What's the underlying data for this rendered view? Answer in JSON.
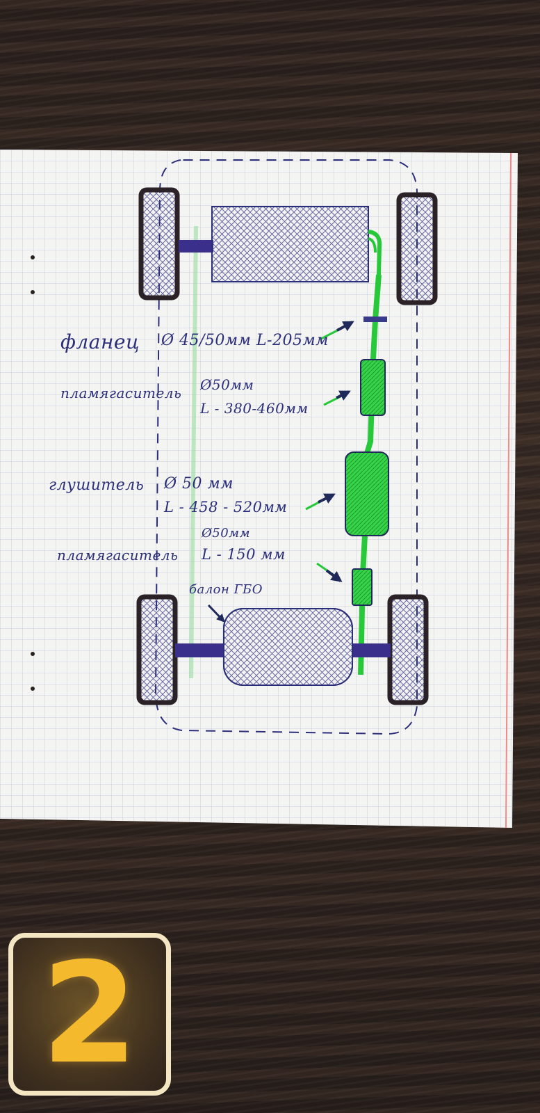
{
  "labels": {
    "flange_name": "фланец",
    "flange_spec": "Ø 45/50мм  L-205мм",
    "flame_arrestor_1_name": "пламягаситель",
    "flame_arrestor_1_diameter": "Ø50мм",
    "flame_arrestor_1_length": "L - 380-460мм",
    "muffler_name": "глушитель",
    "muffler_diameter": "Ø 50 мм",
    "muffler_length": "L - 458 - 520мм",
    "flame_arrestor_2_name": "пламягаситель",
    "flame_arrestor_2_diameter": "Ø50мм",
    "flame_arrestor_2_length": "L - 150 мм",
    "lpg_tank": "балон ГБО"
  },
  "badge": {
    "number": "2"
  },
  "colors": {
    "ink": "#2b2f7a",
    "exhaust": "#27c93a",
    "tire": "#2a2226",
    "paper": "#f4f4f2",
    "grid": "#c9d0da",
    "margin_line": "#f08a8a"
  }
}
